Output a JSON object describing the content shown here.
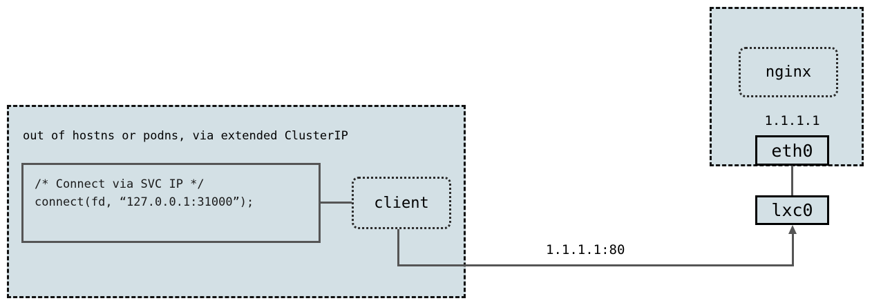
{
  "diagram": {
    "title": "out of hostns or podns, via extended ClusterIP"
  },
  "host_namespace": {
    "caption": "out of hostns or podns, via extended ClusterIP",
    "code_snippet": "/* Connect via SVC IP */\nconnect(fd, “127.0.0.1:31000”);",
    "client_label": "client"
  },
  "pod_namespace": {
    "app_label": "nginx",
    "ip_label": "1.1.1.1",
    "eth0_label": "eth0"
  },
  "host_side": {
    "lxc0_label": "lxc0"
  },
  "flow": {
    "label": "1.1.1.1:80"
  },
  "colors": {
    "namespace_fill": "#d3e0e5",
    "namespace_border": "#111111",
    "code_border": "#555555",
    "wire": "#555555",
    "text": "#000000",
    "page_background": "#ffffff"
  }
}
